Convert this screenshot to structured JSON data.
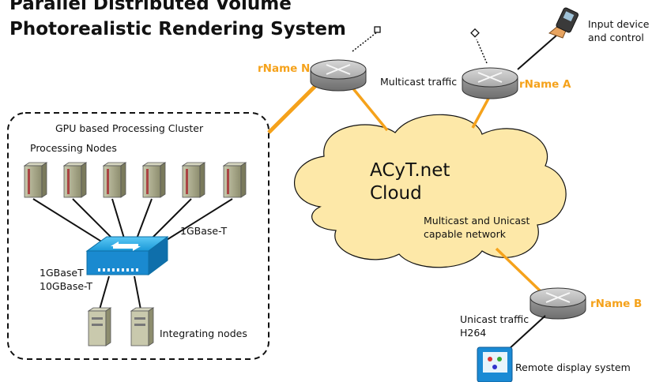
{
  "title": {
    "line1": "Parallel Distributed Volume",
    "line2": "Photorealistic Rendering System"
  },
  "cluster": {
    "title": "GPU based Processing Cluster",
    "processing_nodes": "Processing Nodes",
    "link_1g": "1GBase-T",
    "link_mixed_1": "1GBaseT",
    "link_mixed_2": "10GBase-T",
    "integrating_nodes": "Integrating nodes"
  },
  "cloud": {
    "line1": "ACyT.net",
    "line2": "Cloud",
    "caption1": "Multicast and Unicast",
    "caption2": "capable network"
  },
  "routers": {
    "n": "rName N",
    "a": "rName A",
    "b": "rName B"
  },
  "labels": {
    "multicast_traffic": "Multicast traffic",
    "input_device_1": "Input device",
    "input_device_2": "and control",
    "unicast_traffic": "Unicast traffic",
    "h264": "H264",
    "remote_display": "Remote display system"
  },
  "colors": {
    "link_orange": "#f5a21b",
    "label_orange": "#f5a21b",
    "cloud_fill": "#fde8a8",
    "switch_blue": "#1aa3e0"
  }
}
